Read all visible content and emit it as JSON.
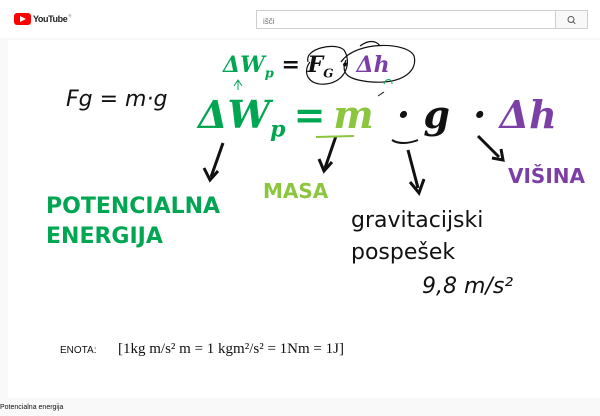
{
  "header": {
    "logo_text": "YouTube",
    "logo_mark": "®",
    "search_placeholder": "išči"
  },
  "lecture": {
    "small_formula": {
      "dw": "ΔW",
      "p": "p",
      "eq": "=",
      "f": "F",
      "g": "G",
      "dot": "·",
      "dh": "Δh"
    },
    "main_formula": {
      "dw": "ΔW",
      "p": "p",
      "eq": "=",
      "m": "m",
      "dot1": "·",
      "g": "g",
      "dot2": "·",
      "dh": "Δh"
    },
    "handwritten_note": "Fg = m·g",
    "label_potencialna": "POTENCIALNA",
    "label_energija": "ENERGIJA",
    "label_masa": "MASA",
    "label_visina": "VIŠINA",
    "label_gravitacijski": "gravitacijski",
    "label_pospesek": "pospešek",
    "handwritten_value": "9,8 m/s²",
    "enota_label": "ENOTA:",
    "enota_formula": "[1kg m/s² m = 1 kgm²/s² = 1Nm = 1J]"
  },
  "caption": "Potencialna energija",
  "colors": {
    "green": "#00a651",
    "lightgreen": "#8cc63f",
    "purple": "#7b3fa6",
    "dark": "#111111"
  }
}
